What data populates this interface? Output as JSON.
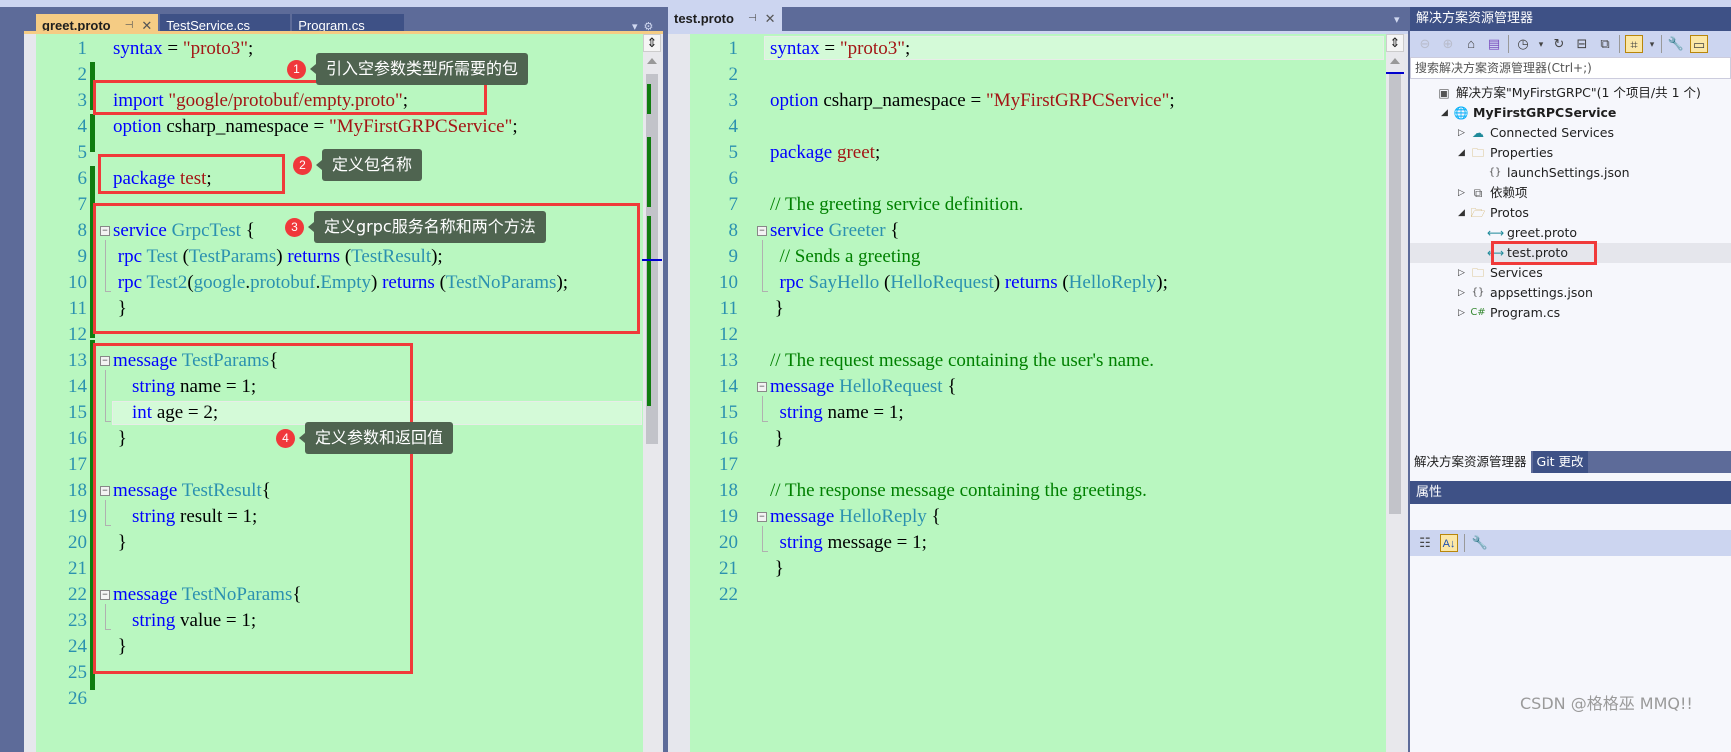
{
  "left_pane": {
    "tabs": [
      {
        "label": "greet.proto",
        "active": true
      },
      {
        "label": "TestService.cs",
        "active": false
      },
      {
        "label": "Program.cs",
        "active": false
      }
    ],
    "pin_glyph": "⊣",
    "close_glyph": "✕",
    "dropdown_glyph": "▾",
    "gear_glyph": "⚙",
    "lines": [
      {
        "n": "1",
        "tokens": [
          {
            "t": "syntax",
            "c": "kw"
          },
          {
            "t": " = ",
            "c": "pl"
          },
          {
            "t": "\"proto3\"",
            "c": "str"
          },
          {
            "t": ";",
            "c": "pl"
          }
        ]
      },
      {
        "n": "2",
        "tokens": []
      },
      {
        "n": "3",
        "tokens": [
          {
            "t": "import",
            "c": "kw"
          },
          {
            "t": " ",
            "c": "pl"
          },
          {
            "t": "\"google/protobuf/empty.proto\"",
            "c": "str"
          },
          {
            "t": ";",
            "c": "pl"
          }
        ]
      },
      {
        "n": "4",
        "tokens": [
          {
            "t": "option",
            "c": "kw"
          },
          {
            "t": " csharp_namespace = ",
            "c": "pl"
          },
          {
            "t": "\"MyFirstGRPCService\"",
            "c": "str"
          },
          {
            "t": ";",
            "c": "pl"
          }
        ]
      },
      {
        "n": "5",
        "tokens": []
      },
      {
        "n": "6",
        "tokens": [
          {
            "t": "package",
            "c": "kw"
          },
          {
            "t": " ",
            "c": "pl"
          },
          {
            "t": "test",
            "c": "str"
          },
          {
            "t": ";",
            "c": "pl"
          }
        ]
      },
      {
        "n": "7",
        "tokens": []
      },
      {
        "n": "8",
        "tokens": [
          {
            "t": "service",
            "c": "kw"
          },
          {
            "t": " ",
            "c": "pl"
          },
          {
            "t": "GrpcTest",
            "c": "ty"
          },
          {
            "t": " {",
            "c": "pl"
          }
        ]
      },
      {
        "n": "9",
        "tokens": [
          {
            "t": " rpc",
            "c": "kw"
          },
          {
            "t": " ",
            "c": "pl"
          },
          {
            "t": "Test",
            "c": "ty"
          },
          {
            "t": " (",
            "c": "pl"
          },
          {
            "t": "TestParams",
            "c": "ty"
          },
          {
            "t": ") ",
            "c": "pl"
          },
          {
            "t": "returns",
            "c": "kw"
          },
          {
            "t": " (",
            "c": "pl"
          },
          {
            "t": "TestResult",
            "c": "ty"
          },
          {
            "t": ");",
            "c": "pl"
          }
        ]
      },
      {
        "n": "10",
        "tokens": [
          {
            "t": " rpc",
            "c": "kw"
          },
          {
            "t": " ",
            "c": "pl"
          },
          {
            "t": "Test2",
            "c": "ty"
          },
          {
            "t": "(",
            "c": "pl"
          },
          {
            "t": "google",
            "c": "ty"
          },
          {
            "t": ".",
            "c": "pl"
          },
          {
            "t": "protobuf",
            "c": "ty"
          },
          {
            "t": ".",
            "c": "pl"
          },
          {
            "t": "Empty",
            "c": "ty"
          },
          {
            "t": ") ",
            "c": "pl"
          },
          {
            "t": "returns",
            "c": "kw"
          },
          {
            "t": " (",
            "c": "pl"
          },
          {
            "t": "TestNoParams",
            "c": "ty"
          },
          {
            "t": ");",
            "c": "pl"
          }
        ]
      },
      {
        "n": "11",
        "tokens": [
          {
            "t": " }",
            "c": "pl"
          }
        ]
      },
      {
        "n": "12",
        "tokens": []
      },
      {
        "n": "13",
        "tokens": [
          {
            "t": "message",
            "c": "kw"
          },
          {
            "t": " ",
            "c": "pl"
          },
          {
            "t": "TestParams",
            "c": "ty"
          },
          {
            "t": "{",
            "c": "pl"
          }
        ]
      },
      {
        "n": "14",
        "tokens": [
          {
            "t": "    string",
            "c": "kw"
          },
          {
            "t": " name = 1;",
            "c": "pl"
          }
        ]
      },
      {
        "n": "15",
        "tokens": [
          {
            "t": "    int",
            "c": "kw"
          },
          {
            "t": " age = 2;",
            "c": "pl"
          }
        ]
      },
      {
        "n": "16",
        "tokens": [
          {
            "t": " }",
            "c": "pl"
          }
        ]
      },
      {
        "n": "17",
        "tokens": []
      },
      {
        "n": "18",
        "tokens": [
          {
            "t": "message",
            "c": "kw"
          },
          {
            "t": " ",
            "c": "pl"
          },
          {
            "t": "TestResult",
            "c": "ty"
          },
          {
            "t": "{",
            "c": "pl"
          }
        ]
      },
      {
        "n": "19",
        "tokens": [
          {
            "t": "    string",
            "c": "kw"
          },
          {
            "t": " result = 1;",
            "c": "pl"
          }
        ]
      },
      {
        "n": "20",
        "tokens": [
          {
            "t": " }",
            "c": "pl"
          }
        ]
      },
      {
        "n": "21",
        "tokens": []
      },
      {
        "n": "22",
        "tokens": [
          {
            "t": "message",
            "c": "kw"
          },
          {
            "t": " ",
            "c": "pl"
          },
          {
            "t": "TestNoParams",
            "c": "ty"
          },
          {
            "t": "{",
            "c": "pl"
          }
        ]
      },
      {
        "n": "23",
        "tokens": [
          {
            "t": "    string",
            "c": "kw"
          },
          {
            "t": " value = 1;",
            "c": "pl"
          }
        ]
      },
      {
        "n": "24",
        "tokens": [
          {
            "t": " }",
            "c": "pl"
          }
        ]
      },
      {
        "n": "25",
        "tokens": []
      },
      {
        "n": "26",
        "tokens": []
      }
    ]
  },
  "annotations": [
    {
      "num": "1",
      "text": "引入空参数类型所需要的包"
    },
    {
      "num": "2",
      "text": "定义包名称"
    },
    {
      "num": "3",
      "text": "定义grpc服务名称和两个方法"
    },
    {
      "num": "4",
      "text": "定义参数和返回值"
    }
  ],
  "right_pane": {
    "tab": {
      "label": "test.proto",
      "active": true
    },
    "lines": [
      {
        "n": "1",
        "tokens": [
          {
            "t": "syntax",
            "c": "kw"
          },
          {
            "t": " = ",
            "c": "pl"
          },
          {
            "t": "\"proto3\"",
            "c": "str"
          },
          {
            "t": ";",
            "c": "pl"
          }
        ]
      },
      {
        "n": "2",
        "tokens": []
      },
      {
        "n": "3",
        "tokens": [
          {
            "t": "option",
            "c": "kw"
          },
          {
            "t": " csharp_namespace = ",
            "c": "pl"
          },
          {
            "t": "\"MyFirstGRPCService\"",
            "c": "str"
          },
          {
            "t": ";",
            "c": "pl"
          }
        ]
      },
      {
        "n": "4",
        "tokens": []
      },
      {
        "n": "5",
        "tokens": [
          {
            "t": "package",
            "c": "kw"
          },
          {
            "t": " ",
            "c": "pl"
          },
          {
            "t": "greet",
            "c": "str"
          },
          {
            "t": ";",
            "c": "pl"
          }
        ]
      },
      {
        "n": "6",
        "tokens": []
      },
      {
        "n": "7",
        "tokens": [
          {
            "t": "// The greeting service definition.",
            "c": "cm"
          }
        ]
      },
      {
        "n": "8",
        "tokens": [
          {
            "t": "service",
            "c": "kw"
          },
          {
            "t": " ",
            "c": "pl"
          },
          {
            "t": "Greeter",
            "c": "ty"
          },
          {
            "t": " {",
            "c": "pl"
          }
        ]
      },
      {
        "n": "9",
        "tokens": [
          {
            "t": "  // Sends a greeting",
            "c": "cm"
          }
        ]
      },
      {
        "n": "10",
        "tokens": [
          {
            "t": "  rpc",
            "c": "kw"
          },
          {
            "t": " ",
            "c": "pl"
          },
          {
            "t": "SayHello",
            "c": "ty"
          },
          {
            "t": " (",
            "c": "pl"
          },
          {
            "t": "HelloRequest",
            "c": "ty"
          },
          {
            "t": ") ",
            "c": "pl"
          },
          {
            "t": "returns",
            "c": "kw"
          },
          {
            "t": " (",
            "c": "pl"
          },
          {
            "t": "HelloReply",
            "c": "ty"
          },
          {
            "t": ");",
            "c": "pl"
          }
        ]
      },
      {
        "n": "11",
        "tokens": [
          {
            "t": " }",
            "c": "pl"
          }
        ]
      },
      {
        "n": "12",
        "tokens": []
      },
      {
        "n": "13",
        "tokens": [
          {
            "t": "// The request message containing the user's name.",
            "c": "cm"
          }
        ]
      },
      {
        "n": "14",
        "tokens": [
          {
            "t": "message",
            "c": "kw"
          },
          {
            "t": " ",
            "c": "pl"
          },
          {
            "t": "HelloRequest",
            "c": "ty"
          },
          {
            "t": " {",
            "c": "pl"
          }
        ]
      },
      {
        "n": "15",
        "tokens": [
          {
            "t": "  string",
            "c": "kw"
          },
          {
            "t": " name = 1;",
            "c": "pl"
          }
        ]
      },
      {
        "n": "16",
        "tokens": [
          {
            "t": " }",
            "c": "pl"
          }
        ]
      },
      {
        "n": "17",
        "tokens": []
      },
      {
        "n": "18",
        "tokens": [
          {
            "t": "// The response message containing the greetings.",
            "c": "cm"
          }
        ]
      },
      {
        "n": "19",
        "tokens": [
          {
            "t": "message",
            "c": "kw"
          },
          {
            "t": " ",
            "c": "pl"
          },
          {
            "t": "HelloReply",
            "c": "ty"
          },
          {
            "t": " {",
            "c": "pl"
          }
        ]
      },
      {
        "n": "20",
        "tokens": [
          {
            "t": "  string",
            "c": "kw"
          },
          {
            "t": " message = 1;",
            "c": "pl"
          }
        ]
      },
      {
        "n": "21",
        "tokens": [
          {
            "t": " }",
            "c": "pl"
          }
        ]
      },
      {
        "n": "22",
        "tokens": []
      }
    ]
  },
  "solution_explorer": {
    "title": "解决方案资源管理器",
    "search_placeholder": "搜索解决方案资源管理器(Ctrl+;)",
    "tree": [
      {
        "label": "解决方案\"MyFirstGRPC\"(1 个项目/共 1 个)",
        "icon": "solution-icon",
        "glyph": "▣",
        "indent": 0,
        "arrow": ""
      },
      {
        "label": "MyFirstGRPCService",
        "icon": "web-project-icon",
        "glyph": "🌐",
        "indent": 1,
        "arrow": "◢",
        "bold": true
      },
      {
        "label": "Connected Services",
        "icon": "connected-services-icon",
        "glyph": "☁",
        "indent": 2,
        "arrow": "▷"
      },
      {
        "label": "Properties",
        "icon": "properties-folder-icon",
        "glyph": "🗀",
        "indent": 2,
        "arrow": "◢"
      },
      {
        "label": "launchSettings.json",
        "icon": "json-file-icon",
        "glyph": "{}",
        "indent": 3,
        "arrow": ""
      },
      {
        "label": "依赖项",
        "icon": "dependencies-icon",
        "glyph": "⧉",
        "indent": 2,
        "arrow": "▷"
      },
      {
        "label": "Protos",
        "icon": "folder-open-icon",
        "glyph": "🗁",
        "indent": 2,
        "arrow": "◢"
      },
      {
        "label": "greet.proto",
        "icon": "proto-file-icon",
        "glyph": "⟷",
        "indent": 3,
        "arrow": ""
      },
      {
        "label": "test.proto",
        "icon": "proto-file-icon",
        "glyph": "⟷",
        "indent": 3,
        "arrow": "",
        "selected": true
      },
      {
        "label": "Services",
        "icon": "folder-icon",
        "glyph": "🗀",
        "indent": 2,
        "arrow": "▷"
      },
      {
        "label": "appsettings.json",
        "icon": "json-file-icon",
        "glyph": "{}",
        "indent": 2,
        "arrow": "▷"
      },
      {
        "label": "Program.cs",
        "icon": "csharp-file-icon",
        "glyph": "C#",
        "indent": 2,
        "arrow": "▷"
      }
    ],
    "bottom_tabs": [
      {
        "label": "解决方案资源管理器",
        "active": true
      },
      {
        "label": "Git 更改",
        "active": false
      }
    ]
  },
  "properties": {
    "title": "属性"
  },
  "watermark": "CSDN @格格巫 MMQ!!",
  "colors": {
    "code_bg": "#b9f7c0",
    "keyword": "#0000ff",
    "string": "#a31515",
    "type": "#2b91af",
    "comment": "#008000",
    "annotation_red": "#f03a3a",
    "tab_active_orange": "#f5cc84",
    "chrome_blue": "#3e5186"
  }
}
